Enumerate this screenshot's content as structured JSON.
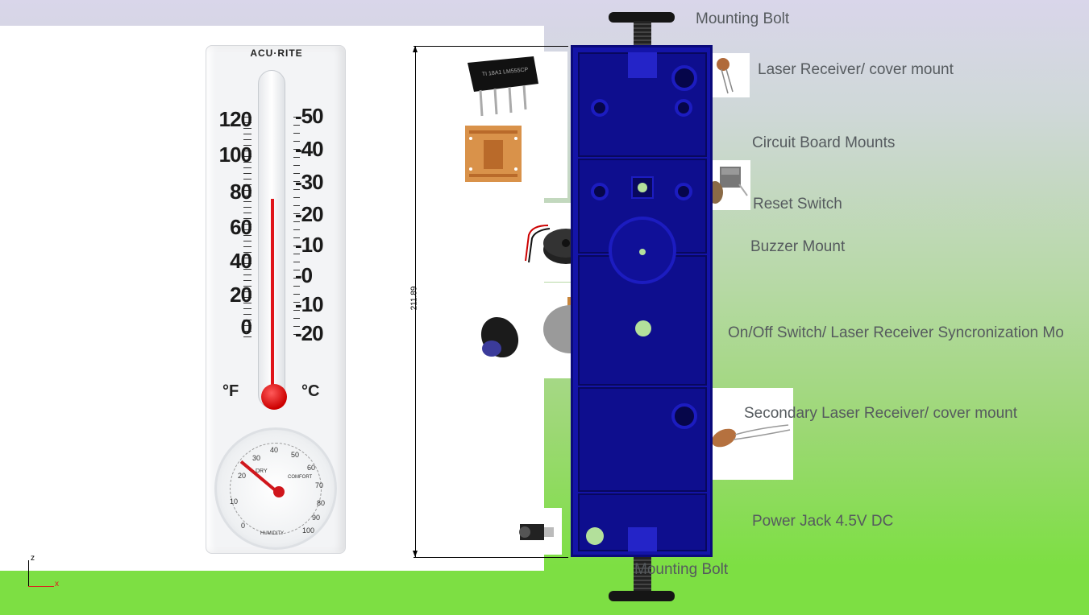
{
  "thermometer": {
    "brand": "ACU·RITE",
    "fahrenheit_labels": [
      "120",
      "100",
      "80",
      "60",
      "40",
      "20",
      "0"
    ],
    "celsius_labels": [
      "-50",
      "-40",
      "-30",
      "-20",
      "-10",
      "-0",
      "-10",
      "-20"
    ],
    "unit_f": "°F",
    "unit_c": "°C",
    "hygro_numbers": [
      "20",
      "30",
      "40",
      "50",
      "60",
      "70",
      "80",
      "90",
      "100",
      "10",
      "0"
    ],
    "hygro_words": [
      "DRY",
      "COMFORT",
      "HUMIDITY"
    ]
  },
  "dimension": {
    "value": "211.89"
  },
  "components": {
    "ic_marking": "TI 18A1 LM555CP"
  },
  "labels": {
    "mounting_bolt_top": "Mounting Bolt",
    "laser_receiver": "Laser Receiver/ cover mount",
    "circuit_board_mounts": "Circuit Board Mounts",
    "reset_switch": "Reset Switch",
    "buzzer_mount": "Buzzer Mount",
    "on_off_switch": "On/Off Switch/ Laser Receiver Syncronization Mo",
    "secondary_laser_receiver": "Secondary Laser Receiver/ cover mount",
    "power_jack": "Power Jack 4.5V DC",
    "mounting_bolt_bottom": "Mounting Bolt"
  },
  "axis": {
    "z": "z",
    "x": "x"
  },
  "colors": {
    "enclosure": "#1414a8",
    "accent_red": "#e0151a",
    "mount_dot": "#b3e09b",
    "label_text": "#555a5e"
  }
}
